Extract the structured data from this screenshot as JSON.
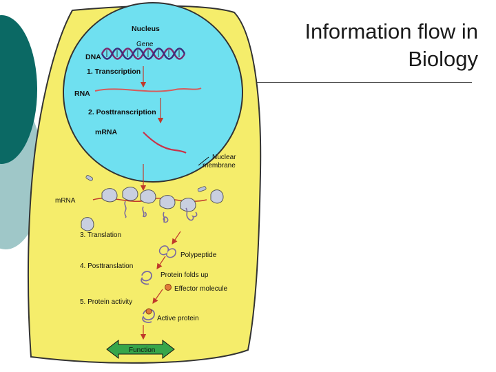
{
  "slide": {
    "title_line1": "Information flow in",
    "title_line2": "Biology"
  },
  "diagram": {
    "nucleus": "Nucleus",
    "gene": "Gene",
    "dna": "DNA",
    "transcription": "1. Transcription",
    "rna": "RNA",
    "posttranscription": "2. Posttranscription",
    "mrna_nucleus": "mRNA",
    "nuclear_membrane_1": "Nuclear",
    "nuclear_membrane_2": "membrane",
    "mrna_cytoplasm": "mRNA",
    "translation": "3. Translation",
    "polypeptide": "Polypeptide",
    "posttranslation": "4. Posttranslation",
    "protein_folds_up": "Protein folds up",
    "effector_molecule": "Effector molecule",
    "protein_activity": "5. Protein activity",
    "active_protein": "Active protein",
    "function": "Function"
  },
  "colors": {
    "cell": "#f5ed6b",
    "nucleus": "#6fe0f0",
    "arrow": "#c0392b",
    "rna": "#d85a5a",
    "function_box": "#37a64a",
    "teal_dark": "#0b6964",
    "teal_light": "#9fc7c8"
  }
}
